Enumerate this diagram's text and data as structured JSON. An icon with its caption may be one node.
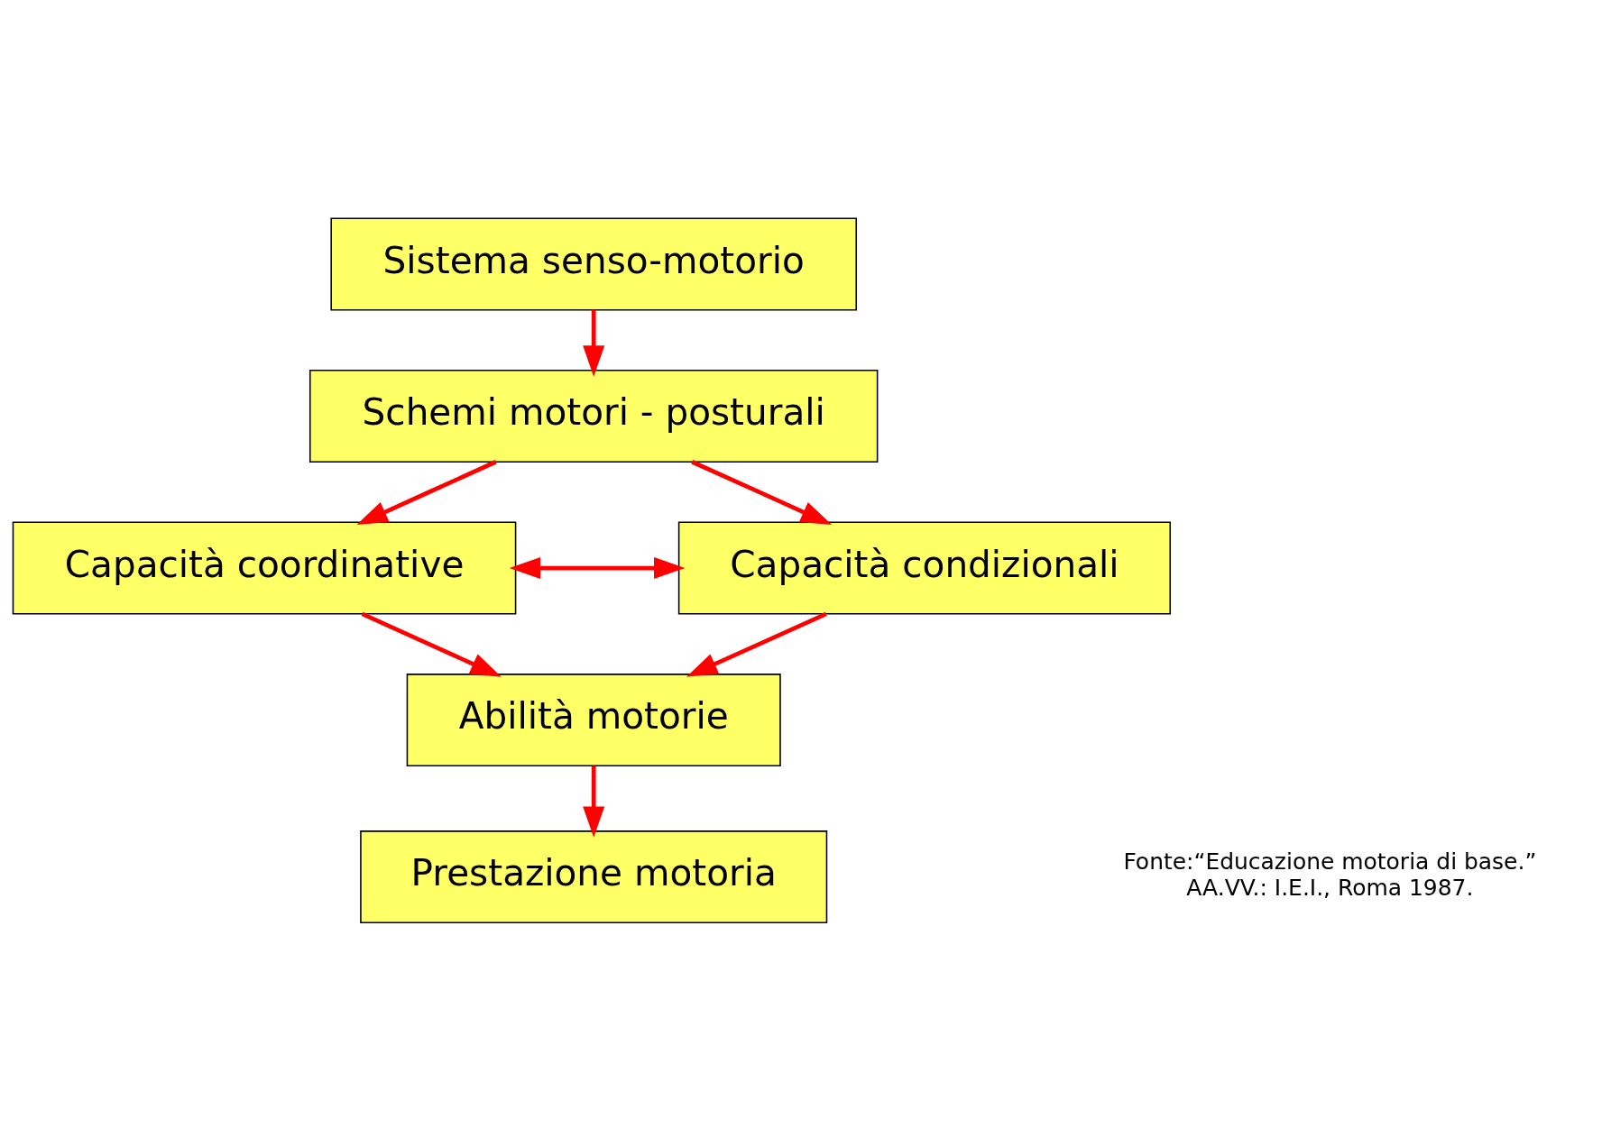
{
  "diagram": {
    "nodes": [
      {
        "text": [
          "Sistema senso-motorio"
        ]
      },
      {
        "text": [
          "Schemi motori - posturali"
        ]
      },
      {
        "text": [
          "Capacità coordinative"
        ]
      },
      {
        "text": [
          "Capacità condizionali"
        ]
      },
      {
        "text": [
          "Abilità motorie"
        ]
      },
      {
        "text": [
          "Prestazione motoria"
        ]
      }
    ],
    "edges": [
      {
        "from": 0,
        "to": 1,
        "arrow": "to"
      },
      {
        "from": 1,
        "to": 2,
        "arrow": "to"
      },
      {
        "from": 1,
        "to": 3,
        "arrow": "to"
      },
      {
        "from": 2,
        "to": 3,
        "arrow": "both"
      },
      {
        "from": 2,
        "to": 4,
        "arrow": "to"
      },
      {
        "from": 3,
        "to": 4,
        "arrow": "to"
      },
      {
        "from": 4,
        "to": 5,
        "arrow": "to"
      }
    ],
    "labels": [
      "Fonte:“Educazione motoria di base.”",
      "AA.VV.: I.E.I., Roma 1987."
    ]
  }
}
